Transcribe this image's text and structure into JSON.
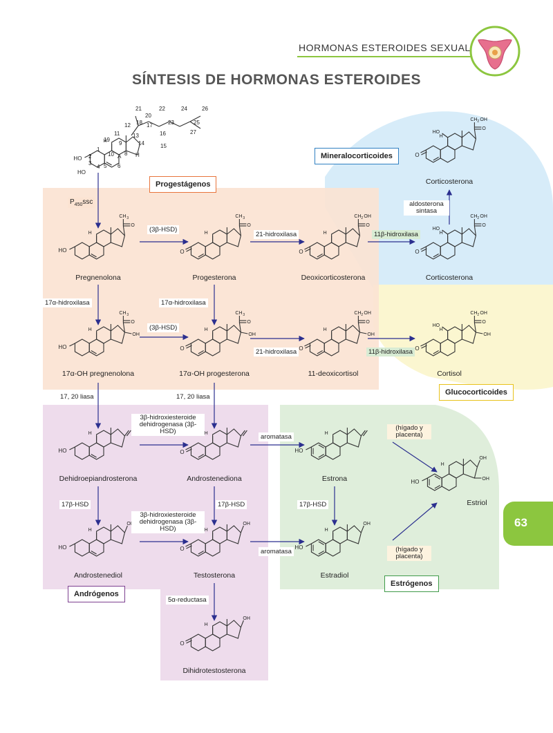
{
  "header": {
    "section_title": "HORMONAS ESTEROIDES SEXUALES",
    "page_title": "SÍNTESIS DE HORMONAS ESTEROIDES",
    "page_number": "63"
  },
  "cholesterol_numbering": {
    "labels": [
      "21",
      "22",
      "24",
      "26",
      "20",
      "23",
      "25",
      "18",
      "17",
      "27",
      "12",
      "19",
      "11",
      "13",
      "16",
      "9",
      "14",
      "15",
      "1",
      "2",
      "10",
      "8",
      "A",
      "3",
      "5",
      "6",
      "4",
      "H",
      "HO"
    ]
  },
  "groups": {
    "progestagenos": "Progestágenos",
    "mineralocorticoides": "Mineralocorticoides",
    "glucocorticoides": "Glucocorticoides",
    "androgenos": "Andrógenos",
    "estrogenos": "Estrógenos"
  },
  "molecules": {
    "pregnenolona": "Pregnenolona",
    "progesterona": "Progesterona",
    "deoxicorticosterona": "Deoxicorticosterona",
    "corticosterona": "Corticosterona",
    "corticosterona_top": "Corticosterona",
    "oh_pregnenolona": "17α-OH pregnenolona",
    "oh_progesterona": "17α-OH progesterona",
    "deoxicortisol": "11-deoxicortisol",
    "cortisol": "Cortisol",
    "dhea": "Dehidroepiandrosterona",
    "androstenediona": "Androstenediona",
    "estrona": "Estrona",
    "estriol": "Estriol",
    "androstenediol": "Androstenediol",
    "testosterona": "Testosterona",
    "estradiol": "Estradiol",
    "dht": "Dihidrotestosterona"
  },
  "enzymes": {
    "p450scc_main": "P",
    "p450scc_sub": "450",
    "p450scc_tail": "ssc",
    "hsd_1": "(3β-HSD)",
    "hsd_2": "(3β-HSD)",
    "hidroxilasa21_1": "21-hidroxilasa",
    "hidroxilasa21_2": "21-hidroxilasa",
    "hidroxilasa11_1": "11β-hidroxilasa",
    "hidroxilasa11_2": "11β-hidroxilasa",
    "aldosterona_sintasa": "aldosterona sintasa",
    "hidroxilasa17_1": "17α-hidroxilasa",
    "hidroxilasa17_2": "17α-hidroxilasa",
    "liasa_1": "17, 20 liasa",
    "liasa_2": "17, 20 liasa",
    "dehidrogenasa_1": "3β-hidroxiesteroide dehidrogenasa (3β-HSD)",
    "dehidrogenasa_2": "3β-hidroxiesteroide dehidrogenasa (3β-HSD)",
    "aromatasa_1": "aromatasa",
    "aromatasa_2": "aromatasa",
    "hsd17_1": "17β-HSD",
    "hsd17_2": "17β-HSD",
    "hsd17_3": "17β-HSD",
    "higado_1": "(hígado y placenta)",
    "higado_2": "(hígado y placenta)",
    "reductasa": "5α-reductasa"
  },
  "atom_labels": {
    "ho": "HO",
    "o": "O",
    "oh": "OH",
    "ch3": "CH",
    "ch2oh": "CH",
    "h3c": "H",
    "sub3": "3",
    "sub2": "2"
  },
  "colors": {
    "accent_green": "#8cc63f",
    "progestagenos_fill": "#fbe3d2",
    "progestagenos_border": "#e8743b",
    "mineralocorticoides_fill": "#d5ebf9",
    "mineralocorticoides_border": "#2f7fc1",
    "glucocorticoides_fill": "#fbf6d0",
    "glucocorticoides_border": "#e8c21a",
    "androgenos_fill": "#eedcec",
    "androgenos_border": "#7c3f8f",
    "estrogenos_fill": "#dfeedb",
    "estrogenos_border": "#3f9a49",
    "arrow": "#2b2f8f"
  }
}
